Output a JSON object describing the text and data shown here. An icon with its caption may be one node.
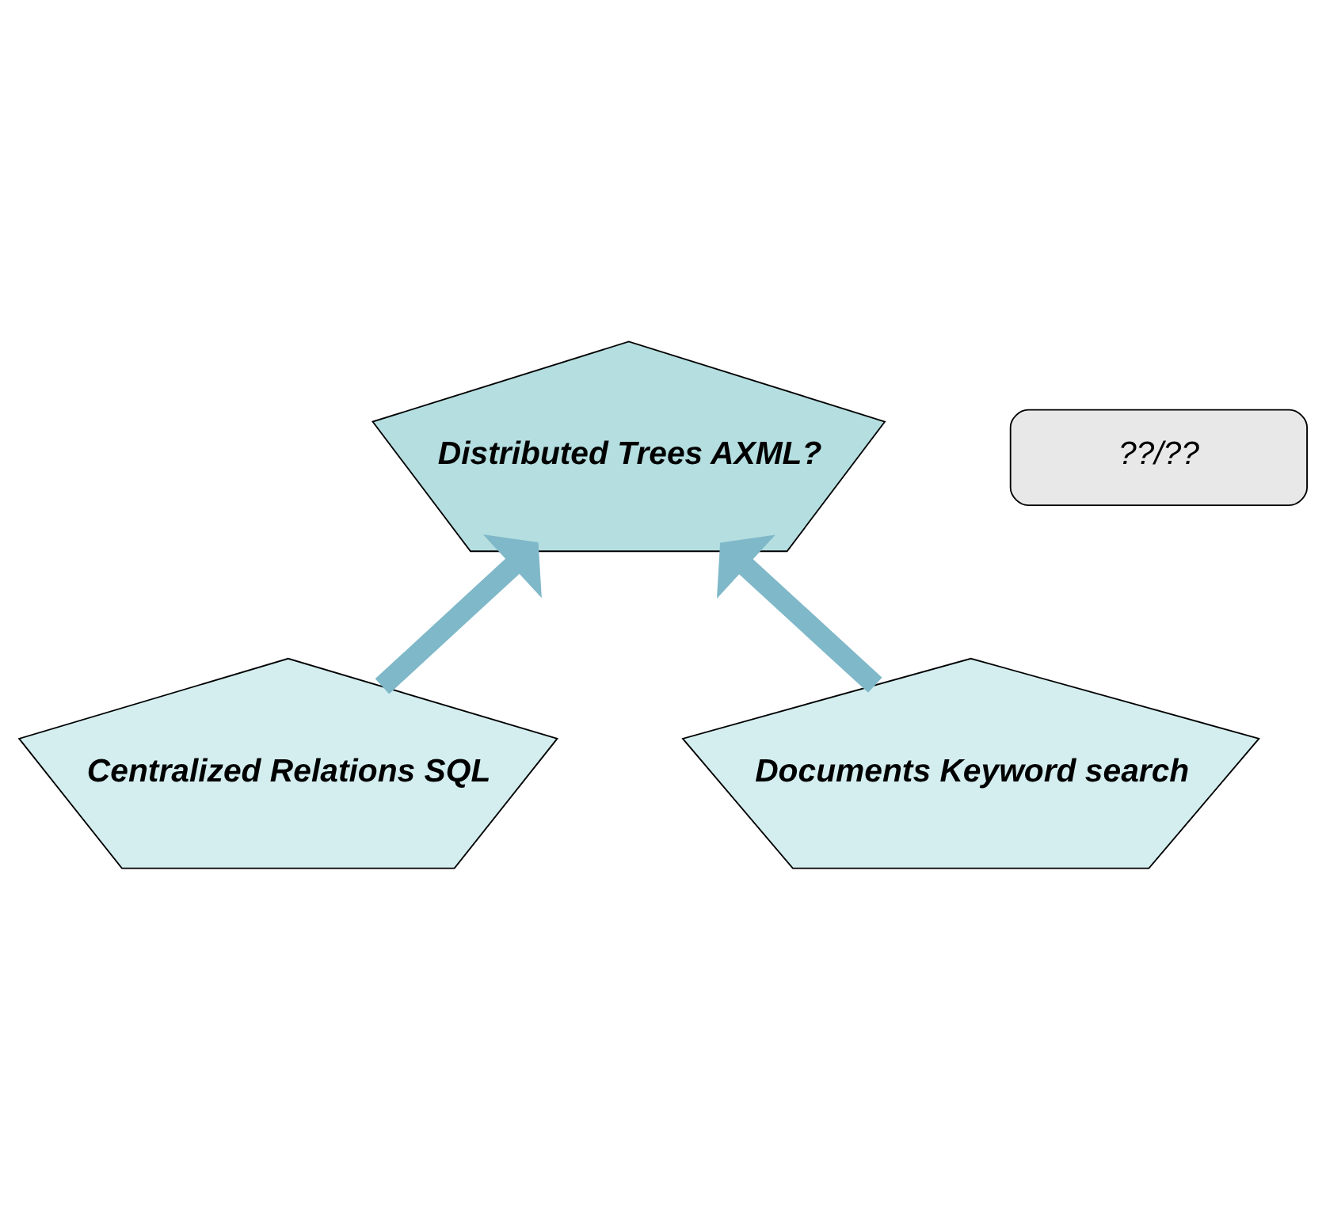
{
  "diagram": {
    "nodes": [
      {
        "text": [
          "Distributed Trees AXML?"
        ]
      },
      {
        "text": [
          "Centralized Relations SQL"
        ]
      },
      {
        "text": [
          "Documents Keyword search"
        ]
      },
      {
        "text": [
          "??/??"
        ]
      }
    ],
    "edges": [
      {
        "from": 1,
        "to": 0,
        "arrow": "to"
      },
      {
        "from": 2,
        "to": 0,
        "arrow": "to"
      }
    ]
  }
}
